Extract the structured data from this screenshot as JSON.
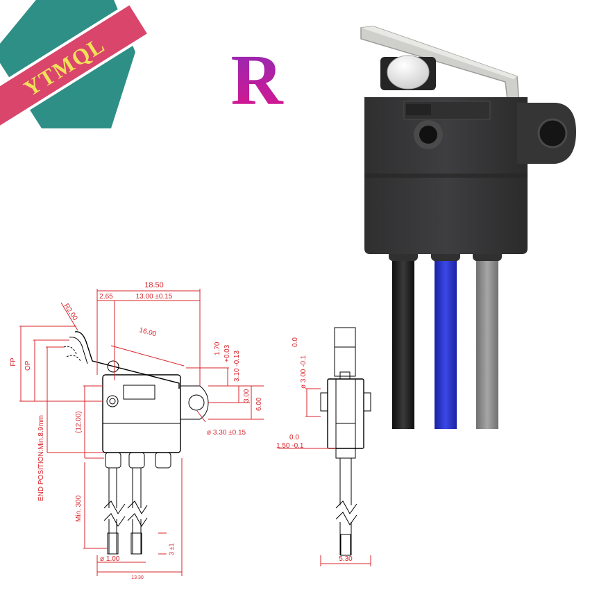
{
  "logo": {
    "text": "YTMQL",
    "colors": {
      "hexagon": "#2e8f86",
      "ribbon": "#d9456b",
      "ribbon_border": "#ffffff",
      "text": "#f2e05a"
    }
  },
  "badge": {
    "letter": "R",
    "gradient": [
      "#8b2bb8",
      "#e0148a"
    ]
  },
  "drawing": {
    "line_color": "#000000",
    "dimension_color": "#d8232a",
    "front_view": {
      "overall_width": "18.50",
      "lever_offset": "2.65",
      "hole_pitch": "13.00 ±0.15",
      "lever_radius": "R2.00",
      "lever_length": "16.00",
      "free_position": "FP",
      "operating_position": "OP",
      "end_position": "END POSITION:Min.8.9mm",
      "body_height": "(12.00)",
      "lead_length": "Min. 300",
      "dim_1_70": "1.70",
      "tol_plus": "+0.03",
      "dim_3_10": "3.10  -0.13",
      "dim_3_00": "3.00",
      "dim_6_00": "6.00",
      "hole_diameter": "ø 3.30 ±0.15",
      "wire_diameter": "ø 1.00",
      "strip_length": "3 ±1",
      "bottom_width": "13.30"
    },
    "side_view": {
      "pin_tol_top": "0.0",
      "pin_diameter": "ø 3.00 -0.1",
      "width_tol_top": "0.0",
      "body_width": "1.50  -0.1",
      "overall_width": "5.30"
    }
  },
  "product": {
    "colors": {
      "body": "#3a3a3b",
      "body_dark": "#2a2a2b",
      "lever": "#cfcfcc",
      "plunger": "#f0f0f0",
      "wire_black": "#1c1c1c",
      "wire_blue": "#2a35c8",
      "wire_gray": "#8c8c8c"
    }
  }
}
